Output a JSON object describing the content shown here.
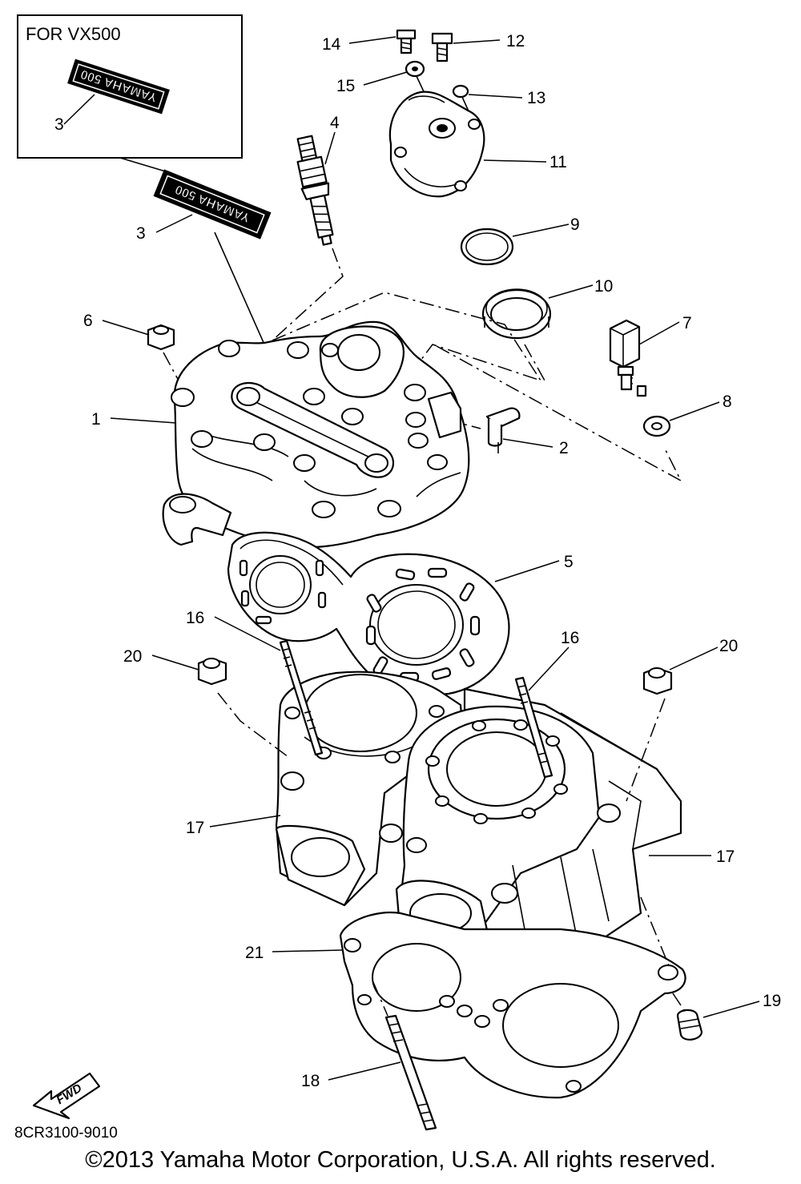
{
  "inset": {
    "title": "FOR VX500"
  },
  "decal": {
    "text": "YAMAHA 500"
  },
  "diagram_code": "8CR3100-9010",
  "fwd_label": "FWD",
  "copyright": "©2013 Yamaha Motor Corporation, U.S.A. All rights reserved.",
  "callouts": {
    "c1": "1",
    "c2": "2",
    "c3a": "3",
    "c3b": "3",
    "c4": "4",
    "c5": "5",
    "c6": "6",
    "c7": "7",
    "c8": "8",
    "c9": "9",
    "c10": "10",
    "c11": "11",
    "c12": "12",
    "c13": "13",
    "c14": "14",
    "c15": "15",
    "c16a": "16",
    "c16b": "16",
    "c17a": "17",
    "c17b": "17",
    "c18": "18",
    "c19": "19",
    "c20a": "20",
    "c20b": "20",
    "c21": "21"
  }
}
